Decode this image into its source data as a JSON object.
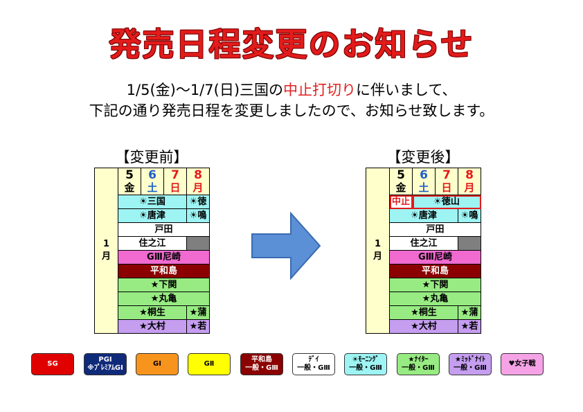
{
  "title": "発売日程変更のお知らせ",
  "notice": {
    "line1_a": "1/5(金)～1/7(日)三国の",
    "line1_red": "中止打切り",
    "line1_b": "に伴いまして、",
    "line2": "下記の通り発売日程を変更しましたので、お知らせ致します。"
  },
  "before": {
    "heading": "【変更前】",
    "month": "1\n月",
    "days": [
      {
        "num": "5",
        "wd": "金",
        "color": "#000000"
      },
      {
        "num": "6",
        "wd": "土",
        "color": "#1f5fc9"
      },
      {
        "num": "7",
        "wd": "日",
        "color": "#e21b1b"
      },
      {
        "num": "8",
        "wd": "月",
        "color": "#e21b1b"
      }
    ],
    "rows": {
      "r1a": "☀三国",
      "r1b": "☀徳",
      "r2a": "☀唐津",
      "r2b": "☀鳴",
      "r3": "戸田",
      "r4": "住之江",
      "r5": "GⅢ尼崎",
      "r6": "平和島",
      "r7": "★下関",
      "r8": "★丸亀",
      "r9a": "★桐生",
      "r9b": "★蒲",
      "r10a": "★大村",
      "r10b": "★若"
    }
  },
  "after": {
    "heading": "【変更後】",
    "month": "1\n月",
    "days": [
      {
        "num": "5",
        "wd": "金",
        "color": "#000000"
      },
      {
        "num": "6",
        "wd": "土",
        "color": "#1f5fc9"
      },
      {
        "num": "7",
        "wd": "日",
        "color": "#e21b1b"
      },
      {
        "num": "8",
        "wd": "月",
        "color": "#e21b1b"
      }
    ],
    "rows": {
      "r1_cancel": "中止",
      "r1_main": "☀徳山",
      "r2a": "☀唐津",
      "r2b": "☀鳴",
      "r3": "戸田",
      "r4": "住之江",
      "r5": "GⅢ尼崎",
      "r6": "平和島",
      "r7": "★下関",
      "r8": "★丸亀",
      "r9a": "★桐生",
      "r9b": "★蒲",
      "r10a": "★大村",
      "r10b": "★若"
    }
  },
  "legend": [
    {
      "l1": "SG",
      "l2": "",
      "bg": "#e00000",
      "fg": "#ffffff"
    },
    {
      "l1": "PGⅠ",
      "l2": "※ﾌﾟﾚﾐｱﾑGⅠ",
      "bg": "#102a7a",
      "fg": "#ffffff"
    },
    {
      "l1": "GⅠ",
      "l2": "",
      "bg": "#f7941d",
      "fg": "#000000"
    },
    {
      "l1": "GⅡ",
      "l2": "",
      "bg": "#ffff00",
      "fg": "#000000"
    },
    {
      "l1": "平和島",
      "l2": "一般・GⅢ",
      "bg": "#8b0000",
      "fg": "#ffffff"
    },
    {
      "l1": "ﾃﾞｲ",
      "l2": "一般・GⅢ",
      "bg": "#ffffff",
      "fg": "#000000"
    },
    {
      "l1": "☀ﾓｰﾆﾝｸﾞ",
      "l2": "一般・GⅢ",
      "bg": "#9ef3f3",
      "fg": "#000000"
    },
    {
      "l1": "★ﾅｲﾀｰ",
      "l2": "一般・GⅢ",
      "bg": "#97eb82",
      "fg": "#000000"
    },
    {
      "l1": "★ﾐｯﾄﾞﾅｲﾄ",
      "l2": "一般・GⅢ",
      "bg": "#c59ef0",
      "fg": "#000000"
    },
    {
      "l1": "♥女子戦",
      "l2": "",
      "bg": "#f5a3e6",
      "fg": "#000000"
    }
  ]
}
